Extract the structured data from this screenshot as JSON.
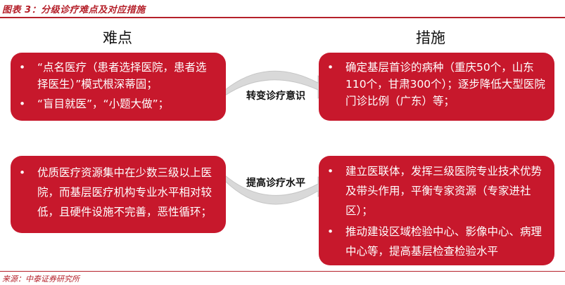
{
  "figure_title": "图表 3：分级诊疗难点及对应措施",
  "source": "来源：中泰证券研究所",
  "columns": {
    "left_heading": "难点",
    "right_heading": "措施"
  },
  "rows": [
    {
      "difficulty": [
        "“点名医疗（患者选择医院，患者选择医生）”模式根深蒂固；",
        "“盲目就医”，“小题大做”；"
      ],
      "arrow_label": "转变诊疗意识",
      "measures": [
        "确定基层首诊的病种（重庆50个，山东110个，甘肃300个）；逐步降低大型医院门诊比例（广东）等；"
      ]
    },
    {
      "difficulty": [
        "优质医疗资源集中在少数三级以上医院，而基层医疗机构专业水平相对较低，且硬件设施不完善，恶性循环；"
      ],
      "arrow_label": "提高诊疗水平",
      "measures": [
        "建立医联体，发挥三级医院专业技术优势及带头作用，平衡专家资源（专家进社区）；",
        "推动建设区域检验中心、影像中心、病理中心等，提高基层检查检验水平"
      ]
    }
  ],
  "bullet_symbol": "•",
  "colors": {
    "accent": "#b5202a",
    "box": "#c7182c",
    "arrow": "#d9d9d9"
  }
}
